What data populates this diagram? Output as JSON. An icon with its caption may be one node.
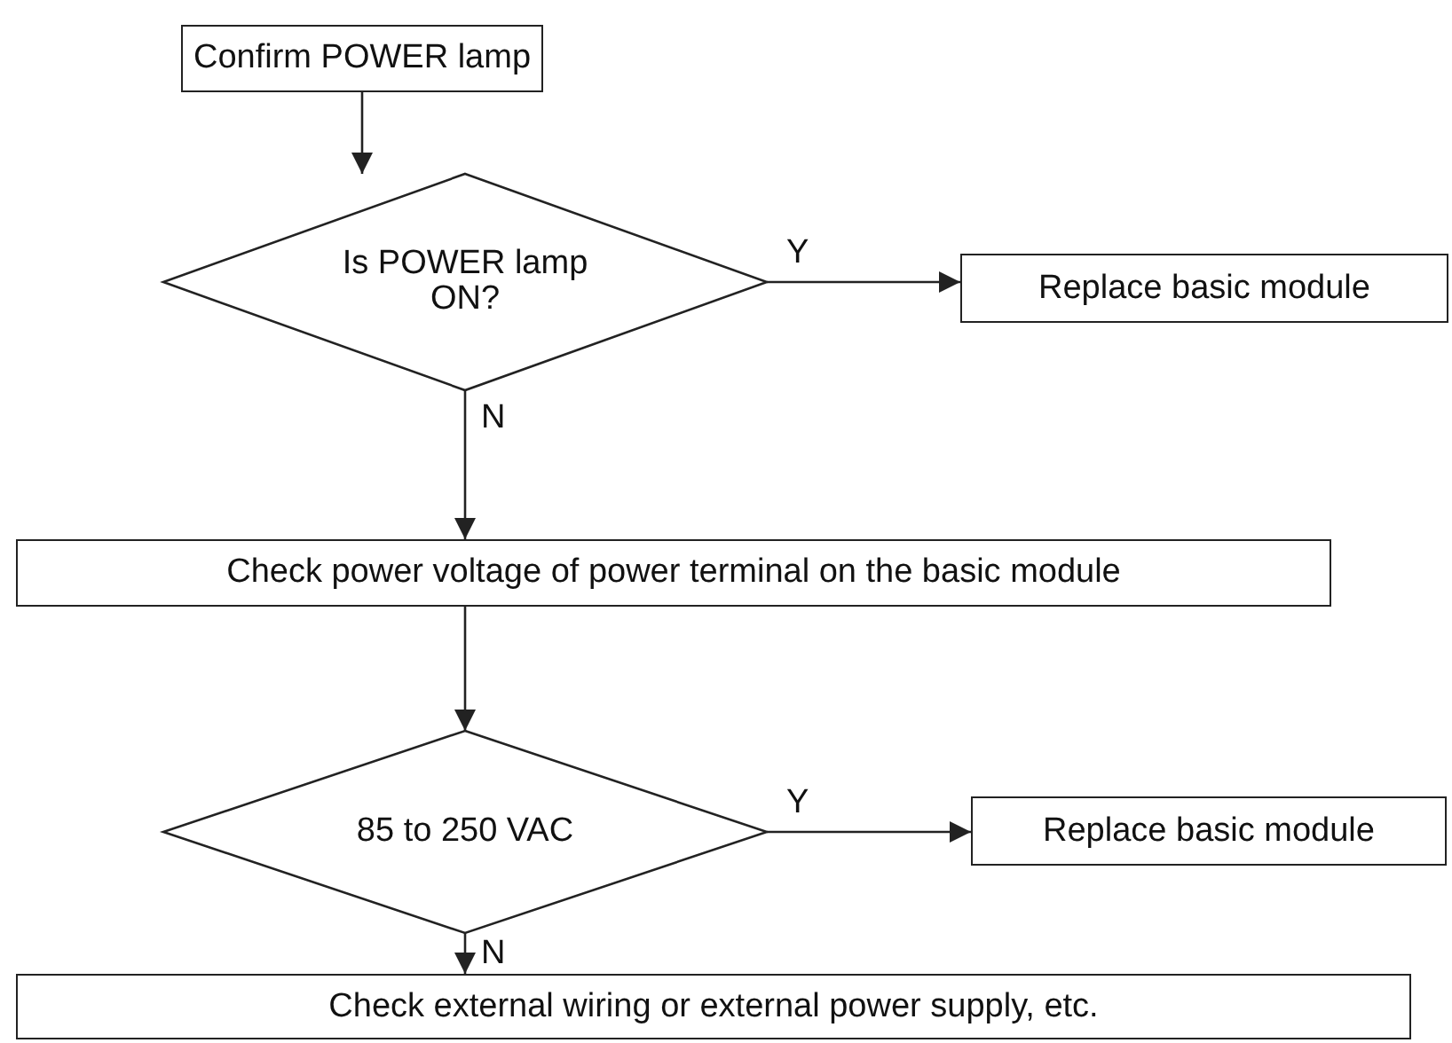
{
  "diagram": {
    "nodes": [
      {
        "text": [
          "Confirm POWER lamp"
        ]
      },
      {
        "text": [
          "Is POWER lamp ON?"
        ]
      },
      {
        "text": [
          "Replace basic module"
        ]
      },
      {
        "text": [
          "Check power voltage of power terminal on the basic module"
        ]
      },
      {
        "text": [
          "85 to 250 VAC"
        ]
      },
      {
        "text": [
          "Replace basic module"
        ]
      },
      {
        "text": [
          "Check external wiring or external power supply, etc."
        ]
      }
    ],
    "edges": [
      {
        "from": 0,
        "to": 1,
        "arrow": "to"
      },
      {
        "from": 1,
        "to": 2,
        "arrow": "to",
        "label": "Y"
      },
      {
        "from": 1,
        "to": 3,
        "arrow": "to",
        "label": "N"
      },
      {
        "from": 3,
        "to": 4,
        "arrow": "to"
      },
      {
        "from": 4,
        "to": 5,
        "arrow": "to",
        "label": "Y"
      },
      {
        "from": 4,
        "to": 6,
        "arrow": "to",
        "label": "N"
      }
    ]
  }
}
